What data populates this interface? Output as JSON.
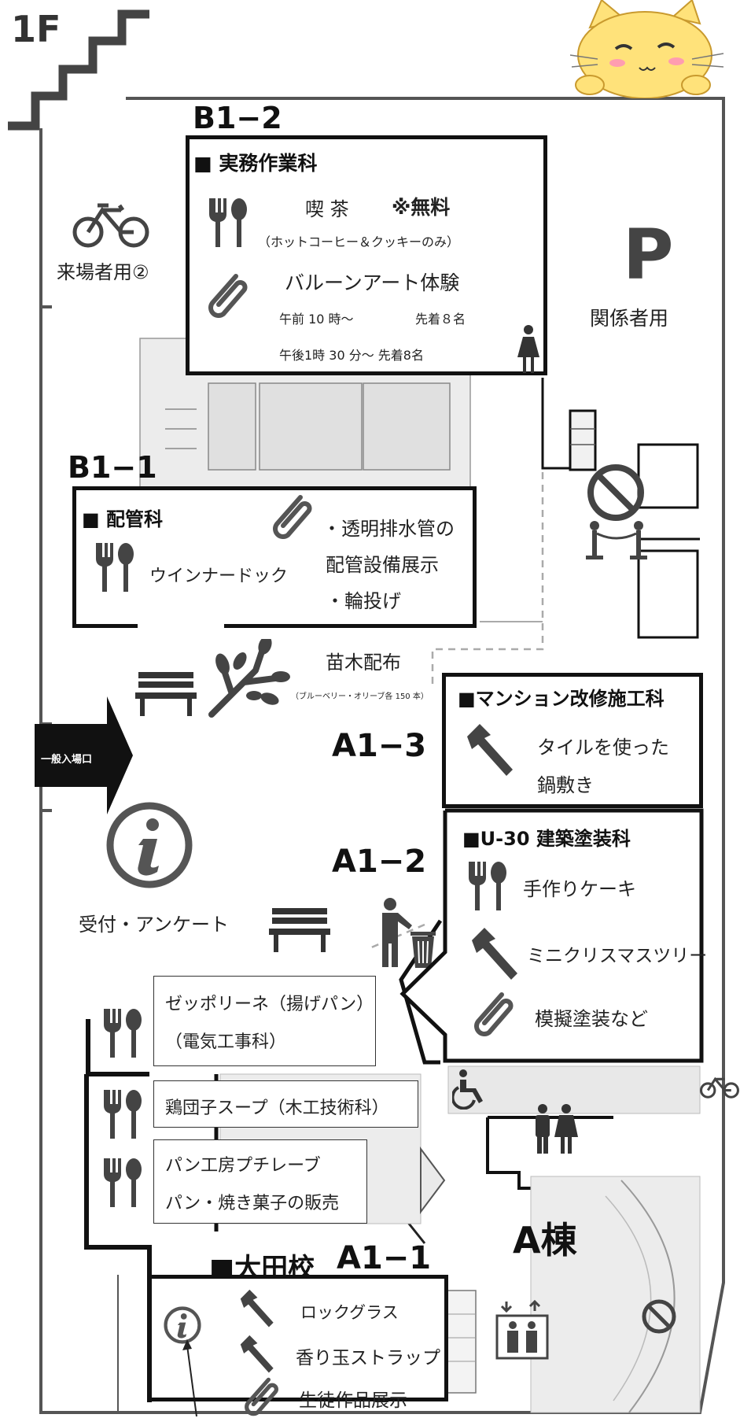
{
  "floor": "1F",
  "zones": {
    "b1_2": "B1−2",
    "b1_1": "B1−1",
    "a1_3": "A1−3",
    "a1_2": "A1−2",
    "a1_1": "A1−1",
    "building": "A棟"
  },
  "b1_2": {
    "heading": "■ 実務作業科",
    "cafe": "喫 茶",
    "free": "※無料",
    "cafe_note": "（ホットコーヒー＆クッキーのみ）",
    "balloon": "バルーンアート体験",
    "am": "午前 10 時～",
    "am_limit": "先着８名",
    "pm": "午後1時 30 分～ 先着8名"
  },
  "b1_1": {
    "heading": "■ 配管科",
    "food": "ウインナードック",
    "item1": "・透明排水管の",
    "item2": "配管設備展示",
    "item3": "・輪投げ"
  },
  "seedlings": {
    "title": "苗木配布",
    "note": "（ブルーベリー・オリーブ各 150 本）"
  },
  "a1_3": {
    "heading": "■マンション改修施工科",
    "item1": "タイルを使った",
    "item2": "鍋敷き"
  },
  "a1_2": {
    "heading": "■U-30 建築塗装科",
    "food": "手作りケーキ",
    "craft": "ミニクリスマスツリー",
    "demo": "模擬塗装など"
  },
  "stalls": {
    "s1_line1": "ゼッポリーネ（揚げパン）",
    "s1_line2": "（電気工事科）",
    "s2": "鶏団子スープ（木工技術科）",
    "s3_line1": "パン工房プチレーブ",
    "s3_line2": "パン・焼き菓子の販売"
  },
  "ota": {
    "heading": "■大田校",
    "item1": "ロックグラス",
    "item2": "香り玉ストラップ",
    "item3": "生徒作品展示"
  },
  "labels": {
    "bike": "来場者用②",
    "parking_letter": "P",
    "parking": "関係者用",
    "entrance": "一般入場口",
    "reception": "受付・アンケート"
  },
  "colors": {
    "ink": "#111111",
    "icon_grey": "#555555",
    "wall": "#d9d9d9",
    "mascot": "#ffe27a"
  }
}
